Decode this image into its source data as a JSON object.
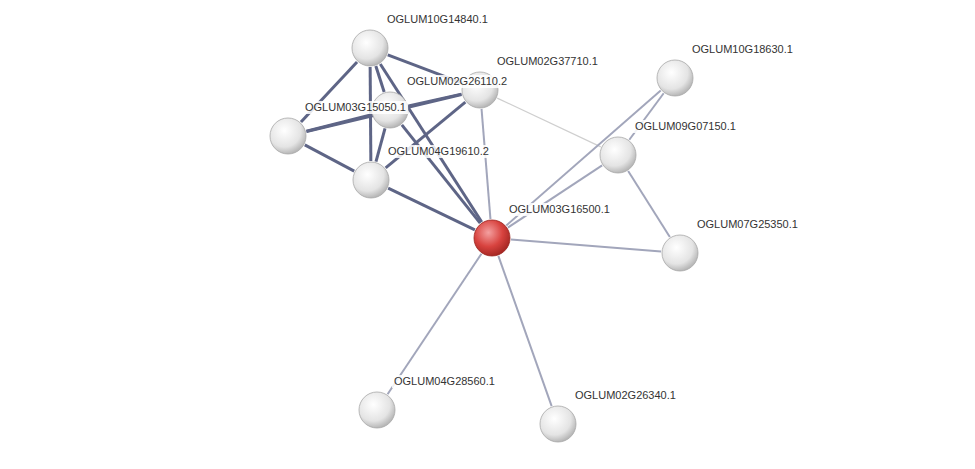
{
  "diagram": {
    "nodes": [
      {
        "text": [
          "OGLUM10G14840.1"
        ]
      },
      {
        "text": [
          "OGLUM02G37710.1"
        ]
      },
      {
        "text": [
          "OGLUM02G26110.2"
        ]
      },
      {
        "text": [
          "OGLUM03G15050.1"
        ]
      },
      {
        "text": [
          "OGLUM04G19610.2"
        ]
      },
      {
        "text": [
          "OGLUM03G16500.1"
        ]
      },
      {
        "text": [
          "OGLUM10G18630.1"
        ]
      },
      {
        "text": [
          "OGLUM09G07150.1"
        ]
      },
      {
        "text": [
          "OGLUM07G25350.1"
        ]
      },
      {
        "text": [
          "OGLUM04G28560.1"
        ]
      },
      {
        "text": [
          "OGLUM02G26340.1"
        ]
      }
    ],
    "edges": [
      {
        "from": 0,
        "to": 2,
        "arrow": "none"
      },
      {
        "from": 0,
        "to": 3,
        "arrow": "none"
      },
      {
        "from": 0,
        "to": 1,
        "arrow": "none"
      },
      {
        "from": 0,
        "to": 4,
        "arrow": "none"
      },
      {
        "from": 0,
        "to": 5,
        "arrow": "none"
      },
      {
        "from": 3,
        "to": 2,
        "arrow": "none"
      },
      {
        "from": 3,
        "to": 4,
        "arrow": "none"
      },
      {
        "from": 3,
        "to": 1,
        "arrow": "none"
      },
      {
        "from": 2,
        "to": 1,
        "arrow": "none"
      },
      {
        "from": 2,
        "to": 4,
        "arrow": "none"
      },
      {
        "from": 2,
        "to": 5,
        "arrow": "none"
      },
      {
        "from": 4,
        "to": 1,
        "arrow": "none"
      },
      {
        "from": 4,
        "to": 5,
        "arrow": "none"
      },
      {
        "from": 1,
        "to": 5,
        "arrow": "none"
      },
      {
        "from": 1,
        "to": 7,
        "arrow": "none"
      },
      {
        "from": 5,
        "to": 6,
        "arrow": "none"
      },
      {
        "from": 5,
        "to": 7,
        "arrow": "none"
      },
      {
        "from": 5,
        "to": 8,
        "arrow": "none"
      },
      {
        "from": 5,
        "to": 9,
        "arrow": "none"
      },
      {
        "from": 5,
        "to": 10,
        "arrow": "none"
      },
      {
        "from": 7,
        "to": 6,
        "arrow": "none"
      },
      {
        "from": 7,
        "to": 8,
        "arrow": "none"
      }
    ]
  }
}
